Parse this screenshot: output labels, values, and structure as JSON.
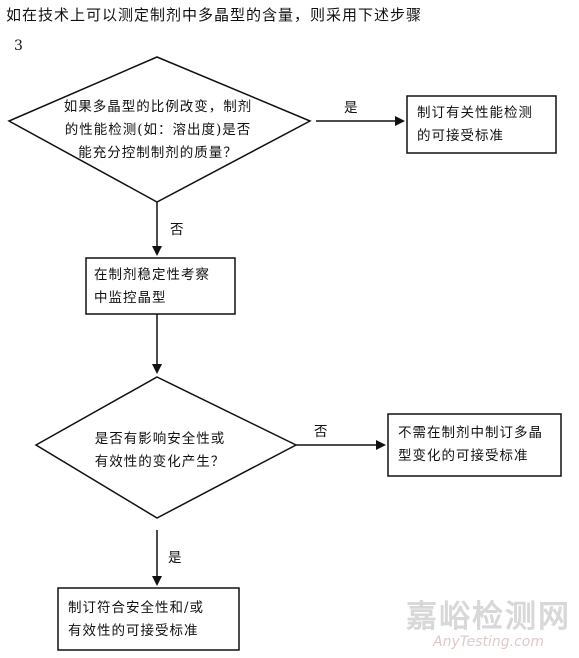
{
  "heading": "如在技术上可以测定制剂中多晶型的含量，则采用下述步骤",
  "step_number": "3",
  "decision1": {
    "line1": "如果多晶型的比例改变，制剂",
    "line2": "的性能检测(如：溶出度)是否",
    "line3": "能充分控制制剂的质量？"
  },
  "yes_label_1": "是",
  "no_label_1": "否",
  "box_performance": {
    "line1": "制订有关性能检测",
    "line2": "的可接受标准"
  },
  "box_monitor": {
    "line1": "在制剂稳定性考察",
    "line2": "中监控晶型"
  },
  "decision2": {
    "line1": "是否有影响安全性或",
    "line2": "有效性的变化产生？"
  },
  "no_label_2": "否",
  "yes_label_2": "是",
  "box_not_needed": {
    "line1": "不需在制剂中制订多晶",
    "line2": "型变化的可接受标准"
  },
  "box_final": {
    "line1": "制订符合安全性和/或",
    "line2": "有效性的可接受标准"
  },
  "watermark": {
    "cn": "嘉峪检测网",
    "en": "AnyTesting.com"
  }
}
